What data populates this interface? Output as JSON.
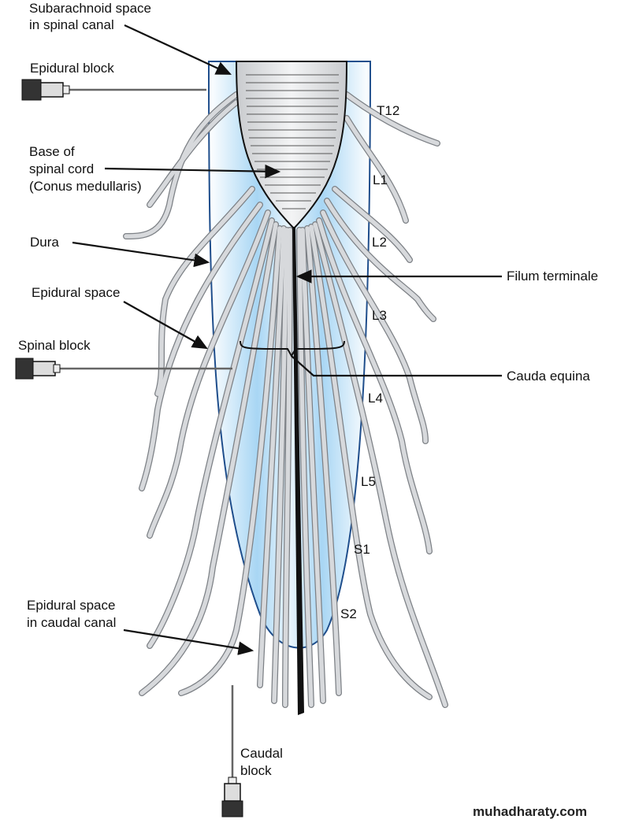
{
  "labels": {
    "subarachnoid_1": "Subarachnoid space",
    "subarachnoid_2": "in spinal canal",
    "epidural_block": "Epidural block",
    "base_1": "Base of",
    "base_2": "spinal cord",
    "base_3": "(Conus medullaris)",
    "dura": "Dura",
    "epidural_space": "Epidural space",
    "spinal_block": "Spinal block",
    "caudal_space_1": "Epidural space",
    "caudal_space_2": "in caudal canal",
    "caudal_block_1": "Caudal",
    "caudal_block_2": "block",
    "filum": "Filum terminale",
    "cauda": "Cauda equina"
  },
  "levels": [
    "T12",
    "L1",
    "L2",
    "L3",
    "L4",
    "L5",
    "S1",
    "S2"
  ],
  "watermark": "muhadharaty.com",
  "colors": {
    "dura": "#1f4e8c",
    "epidural_fill": "#9fd0f0",
    "nerve": "#d7d9dc"
  }
}
